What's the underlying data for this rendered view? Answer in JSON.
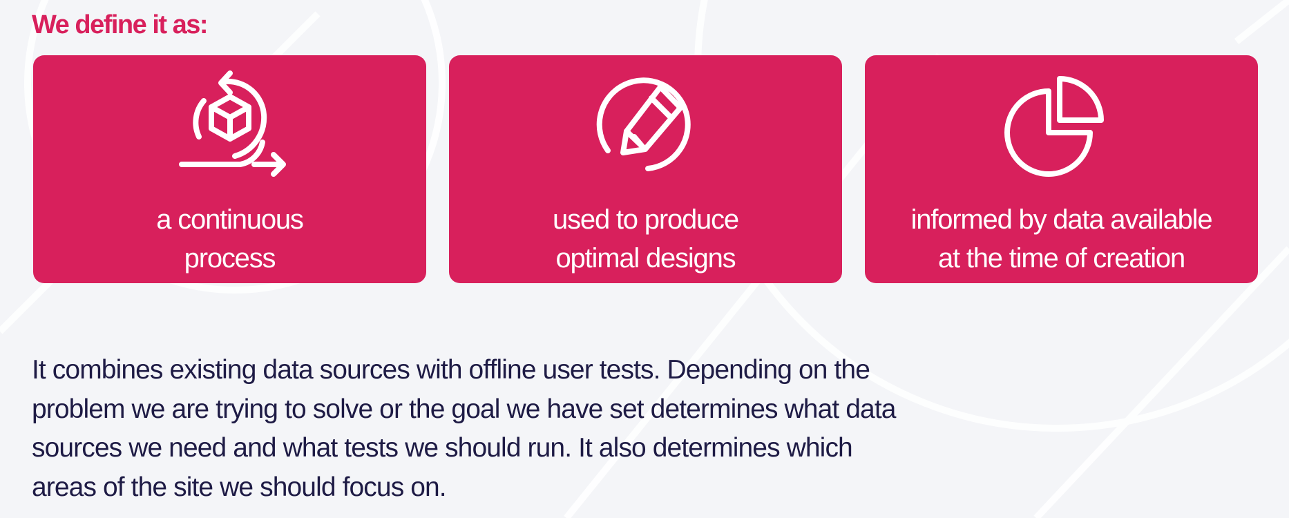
{
  "heading": "We define it as:",
  "colors": {
    "accent": "#d8205c",
    "body_text": "#1e1b45",
    "background": "#f4f5f8",
    "icon": "#ffffff"
  },
  "cards": [
    {
      "icon": "continuous-process-icon",
      "lines": [
        "a continuous",
        "process"
      ]
    },
    {
      "icon": "pencil-circle-icon",
      "lines": [
        "used to produce",
        "optimal designs"
      ]
    },
    {
      "icon": "pie-chart-icon",
      "lines": [
        "informed by data available",
        "at the time of creation"
      ]
    }
  ],
  "body": {
    "lines": [
      "It combines existing data sources with offline user tests. Depending on the",
      "problem we are trying to solve or the goal we have set determines what data",
      "sources we need and what tests we should run. It also determines which",
      "areas of the site we should focus on."
    ]
  }
}
